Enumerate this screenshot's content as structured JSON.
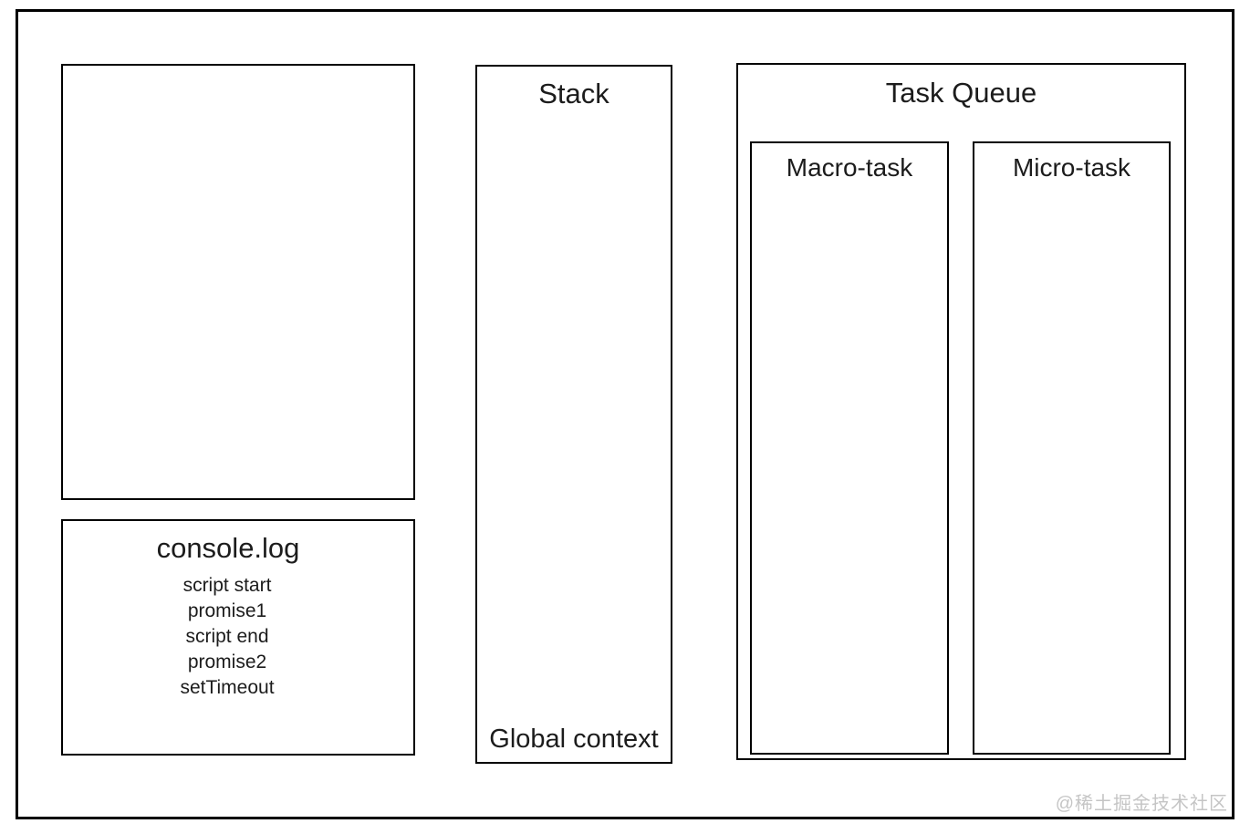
{
  "colors": {
    "background": "#ffffff",
    "line": "#000000",
    "text": "#1c1c1c",
    "watermark": "#c5c5c5"
  },
  "console_box": {
    "title": "console.log",
    "entries": [
      "script start",
      "promise1",
      "script end",
      "promise2",
      "setTimeout"
    ]
  },
  "stack_box": {
    "title": "Stack",
    "bottom_label": "Global context"
  },
  "task_queue": {
    "title": "Task Queue",
    "columns": [
      {
        "label": "Macro-task"
      },
      {
        "label": "Micro-task"
      }
    ]
  },
  "watermark": "@稀土掘金技术社区"
}
